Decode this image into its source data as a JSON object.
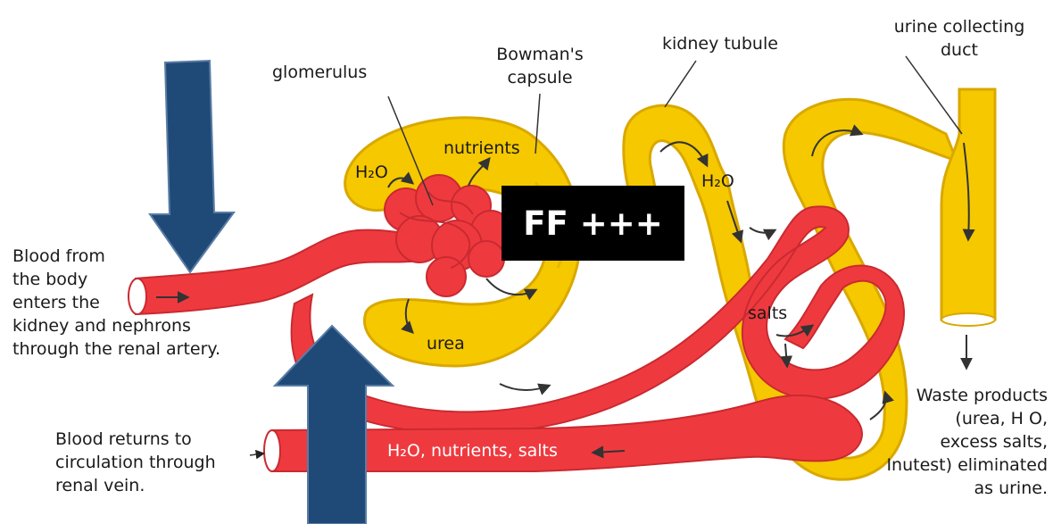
{
  "labels": {
    "glomerulus": "glomerulus",
    "bowmans_capsule": "Bowman's\ncapsule",
    "kidney_tubule": "kidney tubule",
    "urine_collecting_duct": "urine collecting\nduct",
    "nutrients": "nutrients",
    "h2o_top": "H₂O",
    "h2o_right": "H₂O",
    "urea": "urea",
    "salts": "salts",
    "blood_from_body": "Blood from\nthe body\nenters the\nkidney and nephrons\nthrough the renal artery.",
    "blood_returns": "Blood returns to\ncirculation through\nrenal vein.",
    "vein_label": "H₂O, nutrients, salts",
    "waste_products": "Waste products\n(urea, H O,\nexcess salts,\nInutest) eliminated\nas urine."
  },
  "overlay": {
    "ff_label": "FF +++"
  },
  "colors": {
    "blood": "#ee3a3f",
    "blood_dark": "#c92a30",
    "tubule": "#f5c800",
    "tubule_dark": "#d9a800",
    "arrow_blue": "#1f4a78",
    "arrow_outline": "#5a7da4"
  }
}
